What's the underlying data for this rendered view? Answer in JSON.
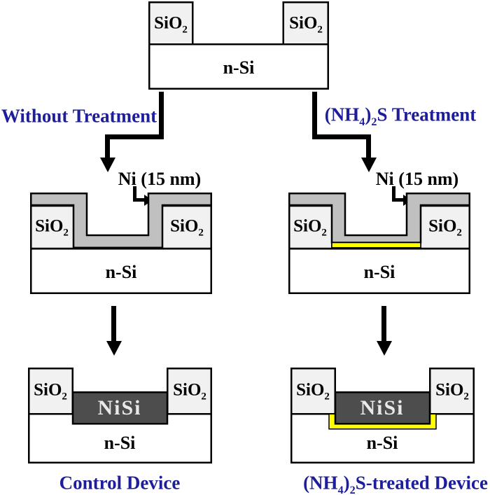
{
  "colors": {
    "background": "#ffffff",
    "outline": "#000000",
    "oxide_fill": "#f1f1f1",
    "nickel_fill": "#c0c0c0",
    "silicide_fill": "#4d4d4d",
    "sulfur_fill": "#ffff00",
    "substrate_fill": "#ffffff",
    "annotation_blue": "#1e1e9c",
    "silicide_text": "#e9e9e9"
  },
  "labels": {
    "oxide": [
      {
        "text": "SiO"
      },
      {
        "sub": "2"
      }
    ],
    "substrate": "n-Si",
    "nickel": "Ni (15 nm)",
    "silicide": "NiSi",
    "branch_left": "Without Treatment",
    "branch_right": [
      {
        "text": "(NH"
      },
      {
        "sub": "4"
      },
      {
        "text": ")"
      },
      {
        "sub": "2"
      },
      {
        "text": "S Treatment"
      }
    ],
    "device_left": "Control Device",
    "device_right": [
      {
        "text": "(NH"
      },
      {
        "sub": "4"
      },
      {
        "text": ")"
      },
      {
        "sub": "2"
      },
      {
        "text": "S-treated Device"
      }
    ]
  }
}
